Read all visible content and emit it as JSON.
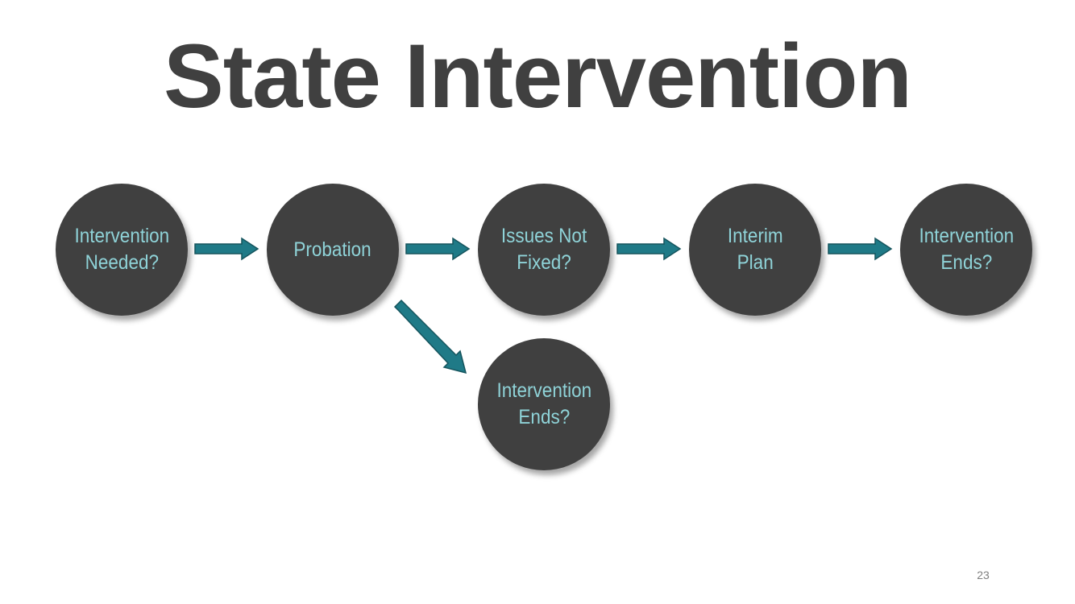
{
  "slide": {
    "title": "State Intervention",
    "page_number": "23"
  },
  "colors": {
    "node_fill": "#404040",
    "node_text": "#8fd3d8",
    "arrow_fill": "#1f7a87",
    "arrow_stroke": "#15545d",
    "title": "#404040"
  },
  "nodes": [
    {
      "id": "intervention-needed",
      "label": "Intervention\nNeeded?"
    },
    {
      "id": "probation",
      "label": "Probation"
    },
    {
      "id": "issues-not-fixed",
      "label": "Issues Not\nFixed?"
    },
    {
      "id": "interim-plan",
      "label": "Interim\nPlan"
    },
    {
      "id": "intervention-ends-final",
      "label": "Intervention\nEnds?"
    },
    {
      "id": "intervention-ends-branch",
      "label": "Intervention\nEnds?"
    }
  ],
  "edges": [
    {
      "from": "intervention-needed",
      "to": "probation"
    },
    {
      "from": "probation",
      "to": "issues-not-fixed"
    },
    {
      "from": "issues-not-fixed",
      "to": "interim-plan"
    },
    {
      "from": "interim-plan",
      "to": "intervention-ends-final"
    },
    {
      "from": "probation",
      "to": "intervention-ends-branch"
    }
  ]
}
